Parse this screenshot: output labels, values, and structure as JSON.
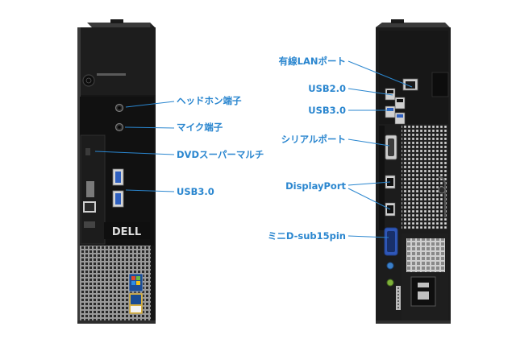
{
  "colors": {
    "label_text": "#2a86cf",
    "leader_line": "#2a86cf",
    "case_dark": "#151515",
    "case_panel": "#1e1e1e",
    "mesh_light": "#9a9a9a",
    "mesh_hole": "#2a2a2a",
    "silver": "#c8c8c8",
    "vga_blue": "#2f57b8",
    "audio_green": "#7fb13a",
    "audio_blue": "#3b7fc8",
    "badge_blue": "#1b4e9a",
    "badge_gold": "#d8b040"
  },
  "front": {
    "brand_logo": "DELL",
    "labels": {
      "headphone": "ヘッドホン端子",
      "mic": "マイク端子",
      "dvd": "DVDスーパーマルチ",
      "usb3": "USB3.0"
    },
    "icons": [
      "power-button-icon",
      "headphone-jack-icon",
      "mic-jack-icon",
      "usb-port-icon",
      "dvd-drive-icon",
      "windows-7-badge-icon",
      "intel-core-badge-icon"
    ]
  },
  "rear": {
    "labels": {
      "lan": "有線LANポート",
      "usb2": "USB2.0",
      "usb3": "USB3.0",
      "serial": "シリアルポート",
      "displayport": "DisplayPort",
      "vga": "ミニD-sub15pin"
    },
    "icons": [
      "lan-port-icon",
      "usb-port-icon",
      "serial-port-icon",
      "displayport-icon",
      "vga-port-icon",
      "power-socket-icon",
      "audio-jack-icon"
    ]
  }
}
